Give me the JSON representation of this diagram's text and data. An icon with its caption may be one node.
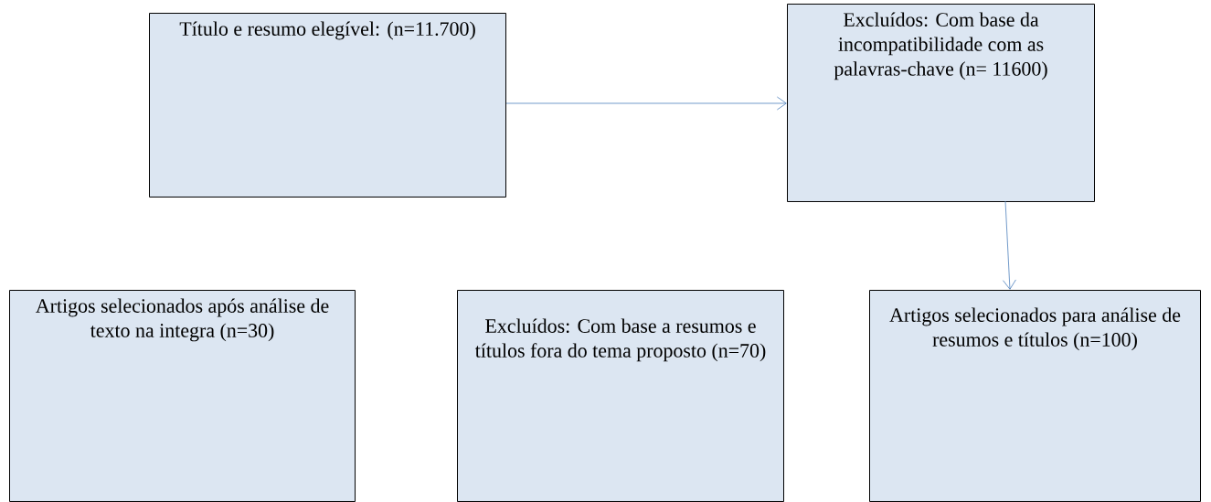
{
  "diagram": {
    "nodes": [
      {
        "text": [
          "Título e resumo elegível: (n=11.700)"
        ]
      },
      {
        "text": [
          "Excluídos: Com base da incompatibilidade com as palavras-chave (n= 11600)"
        ]
      },
      {
        "text": [
          "Artigos selecionados após análise de texto na integra (n=30)"
        ]
      },
      {
        "text": [
          "Excluídos: Com base a resumos e títulos fora do tema proposto (n=70)"
        ]
      },
      {
        "text": [
          "Artigos selecionados para análise de resumos e títulos (n=100)"
        ]
      }
    ],
    "edges": [
      {
        "from": 0,
        "to": 1,
        "arrow": "to"
      },
      {
        "from": 1,
        "to": 4,
        "arrow": "to"
      }
    ]
  }
}
